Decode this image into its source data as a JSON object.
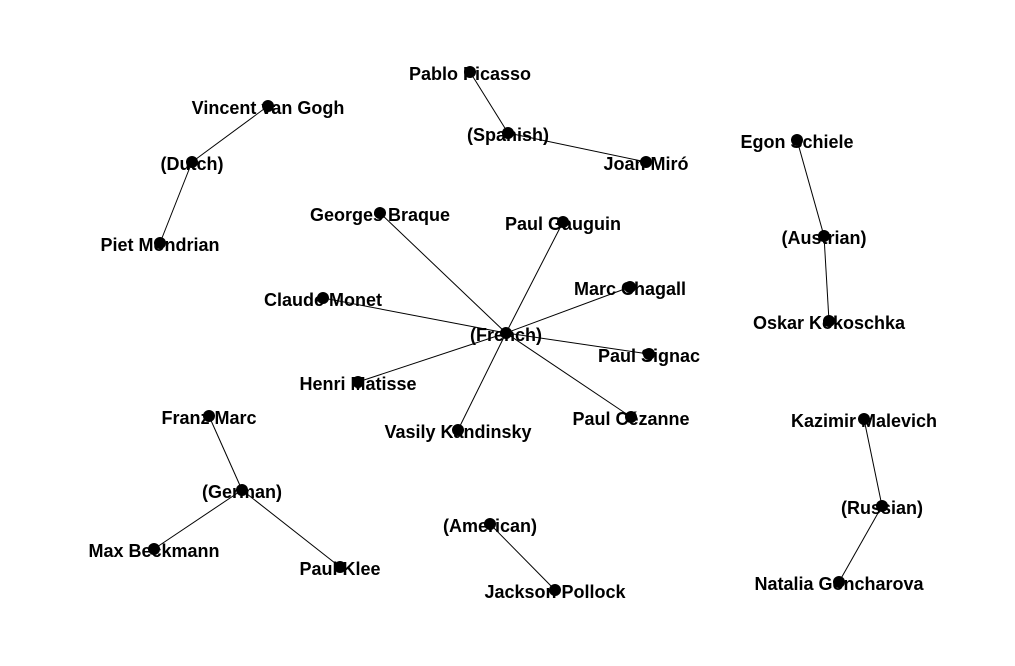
{
  "graph": {
    "colors": {
      "background": "#ffffff",
      "node": "#000000",
      "edge": "#000000",
      "label": "#000000"
    },
    "nodes": [
      {
        "id": "spanish",
        "label": "(Spanish)"
      },
      {
        "id": "picasso",
        "label": "Pablo Picasso"
      },
      {
        "id": "miro",
        "label": "Joan Miró"
      },
      {
        "id": "dutch",
        "label": "(Dutch)"
      },
      {
        "id": "vangogh",
        "label": "Vincent van Gogh"
      },
      {
        "id": "mondrian",
        "label": "Piet Mondrian"
      },
      {
        "id": "austrian",
        "label": "(Austrian)"
      },
      {
        "id": "schiele",
        "label": "Egon Schiele"
      },
      {
        "id": "kokoschka",
        "label": "Oskar Kokoschka"
      },
      {
        "id": "french",
        "label": "(French)"
      },
      {
        "id": "braque",
        "label": "Georges Braque"
      },
      {
        "id": "gauguin",
        "label": "Paul Gauguin"
      },
      {
        "id": "chagall",
        "label": "Marc Chagall"
      },
      {
        "id": "monet",
        "label": "Claude Monet"
      },
      {
        "id": "signac",
        "label": "Paul Signac"
      },
      {
        "id": "matisse",
        "label": "Henri Matisse"
      },
      {
        "id": "cezanne",
        "label": "Paul Cézanne"
      },
      {
        "id": "kandinsky",
        "label": "Vasily Kandinsky"
      },
      {
        "id": "german",
        "label": "(German)"
      },
      {
        "id": "franzmarc",
        "label": "Franz Marc"
      },
      {
        "id": "beckmann",
        "label": "Max Beckmann"
      },
      {
        "id": "klee",
        "label": "Paul Klee"
      },
      {
        "id": "american",
        "label": "(American)"
      },
      {
        "id": "pollock",
        "label": "Jackson Pollock"
      },
      {
        "id": "russian",
        "label": "(Russian)"
      },
      {
        "id": "malevich",
        "label": "Kazimir Malevich"
      },
      {
        "id": "goncharova",
        "label": "Natalia Goncharova"
      }
    ],
    "edges": [
      [
        "picasso",
        "spanish"
      ],
      [
        "spanish",
        "miro"
      ],
      [
        "vangogh",
        "dutch"
      ],
      [
        "dutch",
        "mondrian"
      ],
      [
        "schiele",
        "austrian"
      ],
      [
        "austrian",
        "kokoschka"
      ],
      [
        "braque",
        "french"
      ],
      [
        "gauguin",
        "french"
      ],
      [
        "chagall",
        "french"
      ],
      [
        "monet",
        "french"
      ],
      [
        "french",
        "signac"
      ],
      [
        "french",
        "matisse"
      ],
      [
        "french",
        "cezanne"
      ],
      [
        "french",
        "kandinsky"
      ],
      [
        "franzmarc",
        "german"
      ],
      [
        "german",
        "beckmann"
      ],
      [
        "german",
        "klee"
      ],
      [
        "american",
        "pollock"
      ],
      [
        "malevich",
        "russian"
      ],
      [
        "russian",
        "goncharova"
      ]
    ]
  }
}
